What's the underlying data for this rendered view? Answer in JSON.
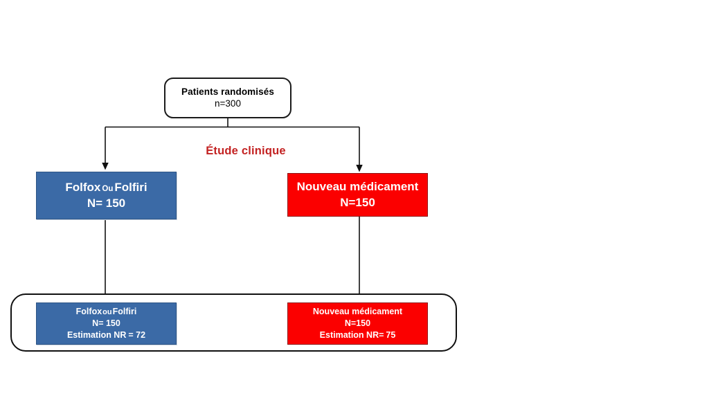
{
  "diagram": {
    "title": "Clinical trial randomisation flow diagram",
    "colors": {
      "blue": "#3B6AA6",
      "red": "#FB0000",
      "caption_red": "#C32222",
      "outline": "#101010",
      "background": "#FFFFFF"
    },
    "root": {
      "line1": "Patients randomisés",
      "line2": "n=300"
    },
    "caption": "Étude clinique",
    "arms": [
      {
        "id": "control-arm",
        "color": "blue",
        "treatment_a": "Folfox",
        "connector": "Ou",
        "treatment_b": "Folfiri",
        "count_label": "N= 150"
      },
      {
        "id": "experimental-arm",
        "color": "red",
        "name": "Nouveau médicament",
        "count_label": "N=150"
      }
    ],
    "outcomes": [
      {
        "id": "control-outcome",
        "color": "blue",
        "treatment_a": "Folfox",
        "connector": "ou",
        "treatment_b": "Folfiri",
        "count_label": "N= 150",
        "estimation_label": "Estimation NR",
        "estimation_value": "= 72"
      },
      {
        "id": "experimental-outcome",
        "color": "red",
        "name": "Nouveau médicament",
        "count_label": "N=150",
        "estimation_label": "Estimation NR=",
        "estimation_value": "75"
      }
    ]
  }
}
